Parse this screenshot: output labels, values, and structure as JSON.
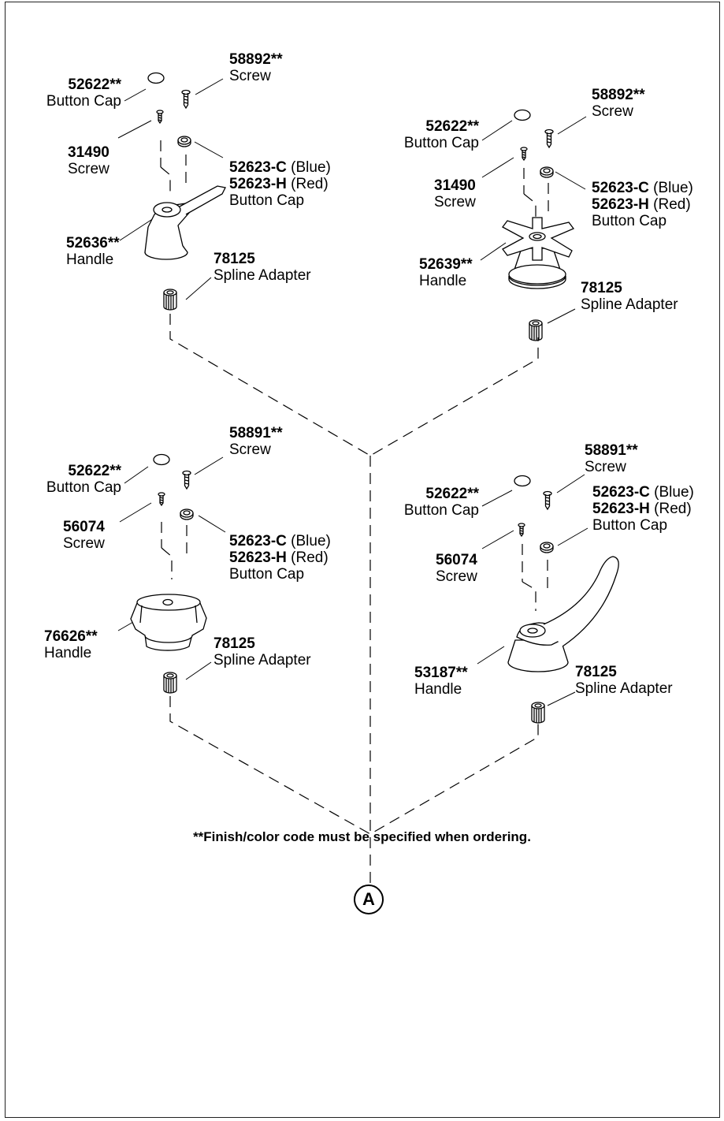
{
  "note": "**Finish/color code must be specified when ordering.",
  "callout": "A",
  "groups": {
    "g1": {
      "cap": {
        "pn": "52622**",
        "name": "Button Cap"
      },
      "screw_top": {
        "pn": "58892**",
        "name": "Screw"
      },
      "screw": {
        "pn": "31490",
        "name": "Screw"
      },
      "index_cap": {
        "pn_c": "52623-C",
        "c_note": "(Blue)",
        "pn_h": "52623-H",
        "h_note": "(Red)",
        "name": "Button Cap"
      },
      "handle": {
        "pn": "52636**",
        "name": "Handle"
      },
      "adapter": {
        "pn": "78125",
        "name": "Spline Adapter"
      }
    },
    "g2": {
      "cap": {
        "pn": "52622**",
        "name": "Button Cap"
      },
      "screw_top": {
        "pn": "58892**",
        "name": "Screw"
      },
      "screw": {
        "pn": "31490",
        "name": "Screw"
      },
      "index_cap": {
        "pn_c": "52623-C",
        "c_note": "(Blue)",
        "pn_h": "52623-H",
        "h_note": "(Red)",
        "name": "Button Cap"
      },
      "handle": {
        "pn": "52639**",
        "name": "Handle"
      },
      "adapter": {
        "pn": "78125",
        "name": "Spline Adapter"
      }
    },
    "g3": {
      "cap": {
        "pn": "52622**",
        "name": "Button Cap"
      },
      "screw_top": {
        "pn": "58891**",
        "name": "Screw"
      },
      "screw": {
        "pn": "56074",
        "name": "Screw"
      },
      "index_cap": {
        "pn_c": "52623-C",
        "c_note": "(Blue)",
        "pn_h": "52623-H",
        "h_note": "(Red)",
        "name": "Button Cap"
      },
      "handle": {
        "pn": "76626**",
        "name": "Handle"
      },
      "adapter": {
        "pn": "78125",
        "name": "Spline Adapter"
      }
    },
    "g4": {
      "cap": {
        "pn": "52622**",
        "name": "Button Cap"
      },
      "screw_top": {
        "pn": "58891**",
        "name": "Screw"
      },
      "screw": {
        "pn": "56074",
        "name": "Screw"
      },
      "index_cap": {
        "pn_c": "52623-C",
        "c_note": "(Blue)",
        "pn_h": "52623-H",
        "h_note": "(Red)",
        "name": "Button Cap"
      },
      "handle": {
        "pn": "53187**",
        "name": "Handle"
      },
      "adapter": {
        "pn": "78125",
        "name": "Spline Adapter"
      }
    }
  }
}
